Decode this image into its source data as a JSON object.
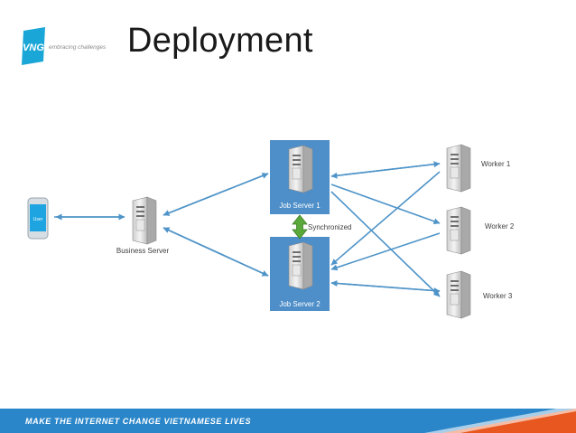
{
  "title": "Deployment",
  "logo": {
    "brand": "VNG",
    "tagline": "embracing challenges"
  },
  "footer": {
    "text": "MAKE THE INTERNET CHANGE VIETNAMESE LIVES"
  },
  "diagram": {
    "phone_label": "User",
    "business_server": "Business Server",
    "job_server_1": "Job Server 1",
    "job_server_2": "Job Server 2",
    "sync_label": "Synchronized",
    "worker_1": "Worker 1",
    "worker_2": "Worker 2",
    "worker_3": "Worker 3"
  },
  "colors": {
    "arrow": "#4f94c8",
    "job_box": "#4f8fc9",
    "sync_arrow": "#5aa83a",
    "footer": "#2a86c9",
    "footer_accent": "#e8571f"
  }
}
